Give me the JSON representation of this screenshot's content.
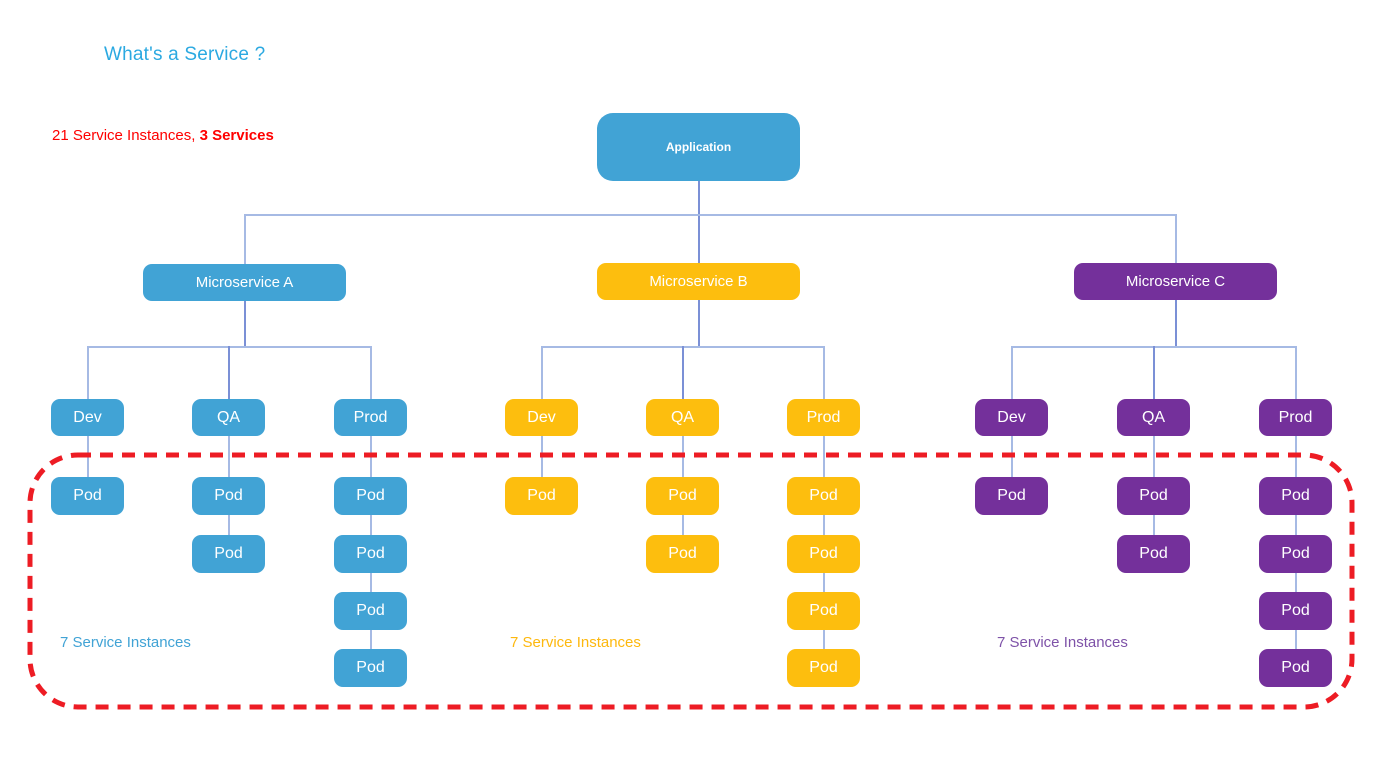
{
  "title": "What's a Service ?",
  "summary": {
    "prefix": "21 Service Instances, ",
    "bold": "3 Services"
  },
  "application": {
    "label": "Application"
  },
  "services": [
    {
      "name": "Microservice A",
      "color": "#41A3D5",
      "instances_label": "7 Service Instances",
      "environments": [
        {
          "label": "Dev",
          "pods": [
            "Pod"
          ]
        },
        {
          "label": "QA",
          "pods": [
            "Pod",
            "Pod"
          ]
        },
        {
          "label": "Prod",
          "pods": [
            "Pod",
            "Pod",
            "Pod",
            "Pod"
          ]
        }
      ]
    },
    {
      "name": "Microservice B",
      "color": "#FDBE0E",
      "instances_label": "7 Service Instances",
      "environments": [
        {
          "label": "Dev",
          "pods": [
            "Pod"
          ]
        },
        {
          "label": "QA",
          "pods": [
            "Pod",
            "Pod"
          ]
        },
        {
          "label": "Prod",
          "pods": [
            "Pod",
            "Pod",
            "Pod",
            "Pod"
          ]
        }
      ]
    },
    {
      "name": "Microservice C",
      "color": "#74309B",
      "instances_label": "7 Service Instances",
      "environments": [
        {
          "label": "Dev",
          "pods": [
            "Pod"
          ]
        },
        {
          "label": "QA",
          "pods": [
            "Pod",
            "Pod"
          ]
        },
        {
          "label": "Prod",
          "pods": [
            "Pod",
            "Pod",
            "Pod",
            "Pod"
          ]
        }
      ]
    }
  ],
  "colors": {
    "title": "#2BA9E1",
    "red_text": "#FF0000",
    "red_dash": "#ED1C24",
    "blue": "#41A3D5",
    "yellow": "#FDBE0E",
    "purple": "#74309B",
    "line_light": "#A6BAE4",
    "line_dark": "#7B90D6",
    "instances_blue": "#41A3D5",
    "instances_yellow": "#FDB80E",
    "instances_purple": "#7E52A8"
  }
}
